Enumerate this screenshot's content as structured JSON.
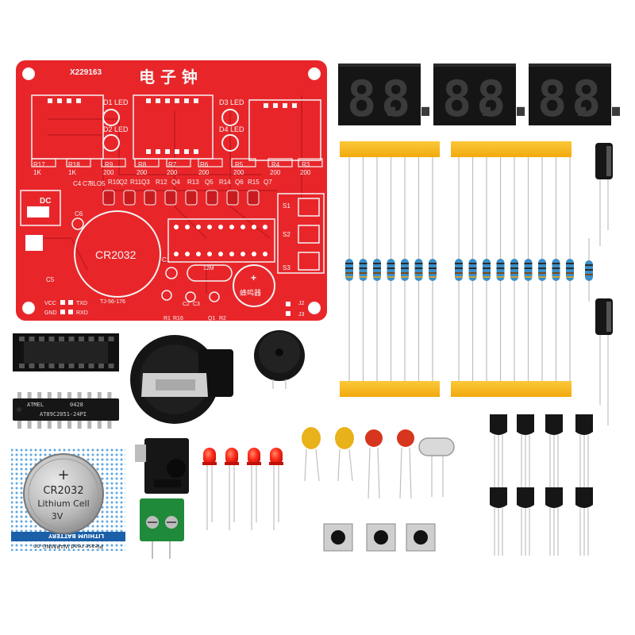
{
  "colors": {
    "pcb_red": "#e8262a",
    "pcb_dark": "#c81c20",
    "silk": "#f4f4f4",
    "display_black": "#151515",
    "tape_yellow": "#f7b81a",
    "resistor_blue": "#3a8fc9",
    "led_red": "#ff2a1a",
    "cap_yellow": "#e9b11a",
    "cap_red": "#d6351e",
    "terminal_green": "#1f8a3a"
  },
  "pcb": {
    "code": "X229163",
    "title": "电 子 钟",
    "battery_label": "CR2032",
    "holder_label": "TJ-56-176",
    "buzzer_label": "蜂鸣器",
    "dc_label": "DC",
    "designators": [
      "D1 LED",
      "D2 LED",
      "D3 LED",
      "D4 LED",
      "R17",
      "R18",
      "R9",
      "R8",
      "R7",
      "R6",
      "R5",
      "R4",
      "R3",
      "1K",
      "1K",
      "200",
      "200",
      "200",
      "200",
      "200",
      "200",
      "200",
      "C4",
      "C7",
      "8LO5",
      "R10",
      "Q2",
      "R11",
      "Q3",
      "R12",
      "Q4",
      "R13",
      "Q5",
      "R14",
      "Q6",
      "R15",
      "Q7",
      "S1",
      "S2",
      "S3",
      "C6",
      "C5",
      "C1",
      "C2",
      "C3",
      "R1",
      "R16",
      "Q1",
      "R2",
      "12M",
      "VCC",
      "GND",
      "TXD",
      "RXD",
      "J2",
      "J3"
    ]
  },
  "chip": {
    "brand": "ATMEL",
    "line1": "0428",
    "line2": "AT89C2051-24PI"
  },
  "coin_cell": {
    "model": "CR2032",
    "type": "Lithium Cell",
    "voltage": "3V",
    "band_text": "LITHIUM BATTERY",
    "warning": "Please read WARNING on"
  },
  "display": {
    "digit": "8."
  }
}
